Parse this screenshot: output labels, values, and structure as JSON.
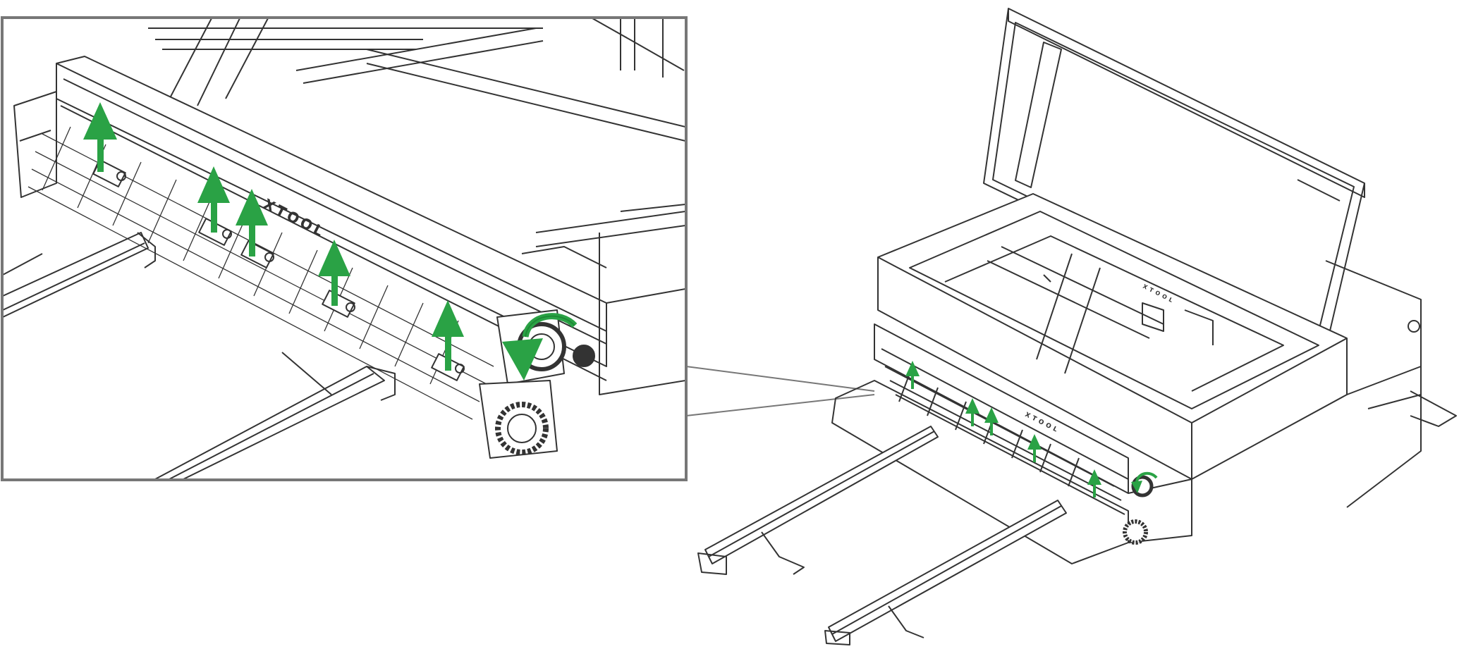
{
  "figure": {
    "brand_text": "XTOOL",
    "colors": {
      "line": "#333333",
      "frame": "#777777",
      "arrow": "#2aa245",
      "arrow_dark": "#1e8a36",
      "background": "#ffffff"
    },
    "icons": {
      "lift_arrow": "upward-arrow-icon",
      "rotate_arrow": "rotate-arrow-icon"
    },
    "detail_inset": {
      "lift_arrow_count": 5,
      "rotate_arrow_count": 1
    },
    "overview": {
      "lift_arrow_count": 5,
      "rotate_arrow_count": 1
    }
  }
}
